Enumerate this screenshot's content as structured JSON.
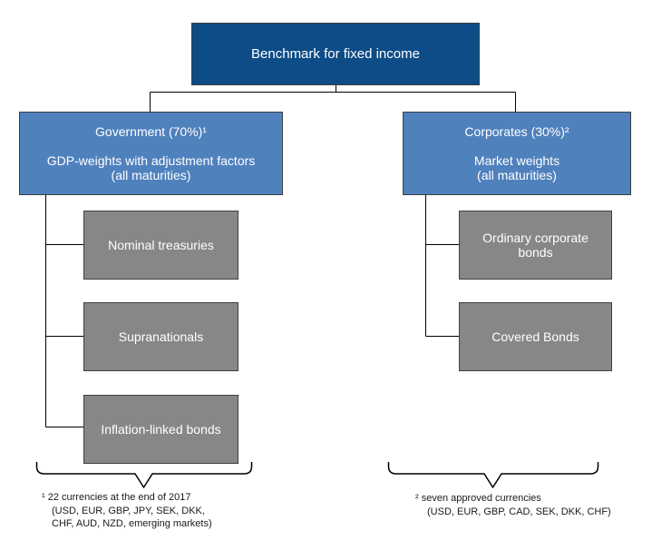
{
  "diagram": {
    "root": {
      "title": "Benchmark for fixed income"
    },
    "government": {
      "title": "Government (70%)¹",
      "subtitle_line1": "GDP-weights with adjustment factors",
      "subtitle_line2": "(all maturities)",
      "children": [
        "Nominal treasuries",
        "Supranationals",
        "Inflation-linked bonds"
      ]
    },
    "corporates": {
      "title": "Corporates (30%)²",
      "subtitle_line1": "Market weights",
      "subtitle_line2": "(all maturities)",
      "children": [
        "Ordinary corporate bonds",
        "Covered Bonds"
      ]
    },
    "footnotes": {
      "left": {
        "lines": [
          "¹ 22 currencies at the end of 2017",
          "(USD, EUR, GBP, JPY, SEK, DKK,",
          "CHF, AUD, NZD, emerging markets)"
        ]
      },
      "right": {
        "lines": [
          "² seven approved currencies",
          "(USD, EUR, GBP, CAD, SEK, DKK, CHF)"
        ]
      }
    },
    "colors": {
      "root_box": "#0d4c87",
      "branch_box": "#4f81bd",
      "leaf_box": "#878787",
      "line": "#000000"
    }
  }
}
